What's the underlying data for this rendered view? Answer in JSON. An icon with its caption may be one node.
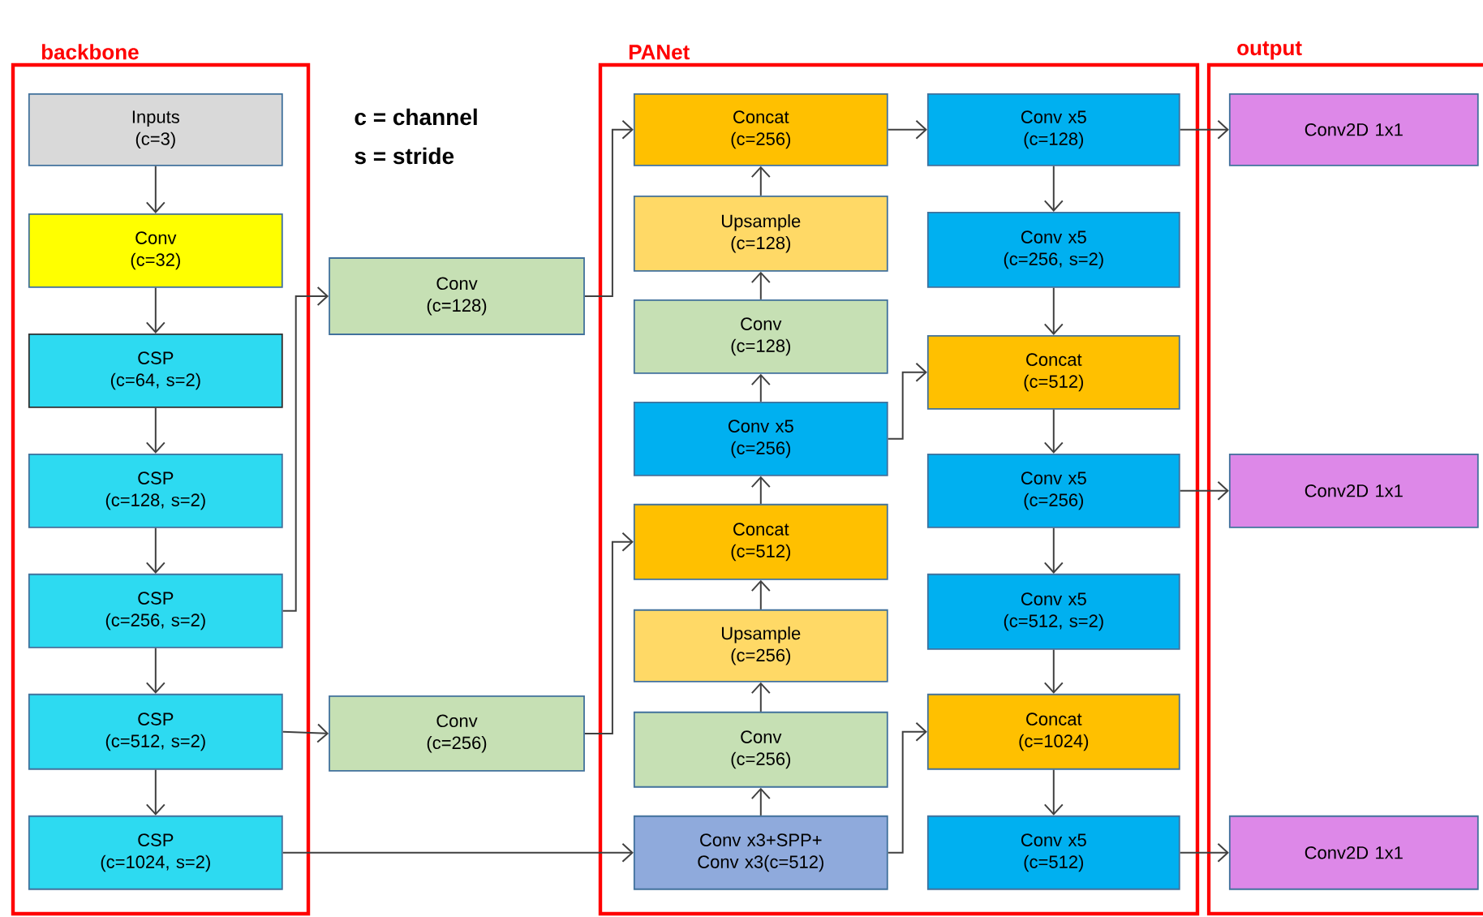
{
  "diagram": {
    "nodes": [
      {
        "text": [
          "backbone"
        ]
      },
      {
        "text": [
          "Inputs",
          "(c=3)"
        ],
        "in": 0
      },
      {
        "text": [
          "Conv",
          "(c=32)"
        ],
        "in": 0
      },
      {
        "text": [
          "CSP",
          "(c=64, s=2)"
        ],
        "in": 0
      },
      {
        "text": [
          "CSP",
          "(c=128, s=2)"
        ],
        "in": 0
      },
      {
        "text": [
          "CSP",
          "(c=256, s=2)"
        ],
        "in": 0
      },
      {
        "text": [
          "CSP",
          "(c=512, s=2)"
        ],
        "in": 0
      },
      {
        "text": [
          "CSP",
          "(c=1024, s=2)"
        ],
        "in": 0
      },
      {
        "text": [
          "Conv",
          "(c=128)"
        ]
      },
      {
        "text": [
          "Conv",
          "(c=256)"
        ]
      },
      {
        "text": [
          "PANet"
        ]
      },
      {
        "text": [
          "Concat",
          "(c=256)"
        ],
        "in": 10
      },
      {
        "text": [
          "Upsample",
          "(c=128)"
        ],
        "in": 10
      },
      {
        "text": [
          "Conv",
          "(c=128)"
        ],
        "in": 10
      },
      {
        "text": [
          "Conv x5",
          "(c=256)"
        ],
        "in": 10
      },
      {
        "text": [
          "Concat",
          "(c=512)"
        ],
        "in": 10
      },
      {
        "text": [
          "Upsample",
          "(c=256)"
        ],
        "in": 10
      },
      {
        "text": [
          "Conv",
          "(c=256)"
        ],
        "in": 10
      },
      {
        "text": [
          "Conv x3+SPP+ Conv x3(c=512)"
        ],
        "in": 10
      },
      {
        "text": [
          "Conv x5",
          "(c=128)"
        ],
        "in": 10
      },
      {
        "text": [
          "Conv x5",
          "(c=256, s=2)"
        ],
        "in": 10
      },
      {
        "text": [
          "Concat",
          "(c=512)"
        ],
        "in": 10
      },
      {
        "text": [
          "Conv x5",
          "(c=256)"
        ],
        "in": 10
      },
      {
        "text": [
          "Conv x5",
          "(c=512, s=2)"
        ],
        "in": 10
      },
      {
        "text": [
          "Concat",
          "(c=1024)"
        ],
        "in": 10
      },
      {
        "text": [
          "Conv x5",
          "(c=512)"
        ],
        "in": 10
      },
      {
        "text": [
          "output"
        ]
      },
      {
        "text": [
          "Conv2D 1x1"
        ],
        "in": 26
      },
      {
        "text": [
          "Conv2D 1x1"
        ],
        "in": 26
      },
      {
        "text": [
          "Conv2D 1x1"
        ],
        "in": 26
      }
    ],
    "edges": [
      {
        "from": 1,
        "to": 2,
        "arrow": "to"
      },
      {
        "from": 2,
        "to": 3,
        "arrow": "to"
      },
      {
        "from": 3,
        "to": 4,
        "arrow": "to"
      },
      {
        "from": 4,
        "to": 5,
        "arrow": "to"
      },
      {
        "from": 5,
        "to": 6,
        "arrow": "to"
      },
      {
        "from": 6,
        "to": 7,
        "arrow": "to"
      },
      {
        "from": 5,
        "to": 8,
        "arrow": "to"
      },
      {
        "from": 6,
        "to": 9,
        "arrow": "to"
      },
      {
        "from": 7,
        "to": 18,
        "arrow": "to"
      },
      {
        "from": 8,
        "to": 11,
        "arrow": "to"
      },
      {
        "from": 9,
        "to": 15,
        "arrow": "to"
      },
      {
        "from": 18,
        "to": 17,
        "arrow": "to"
      },
      {
        "from": 17,
        "to": 16,
        "arrow": "to"
      },
      {
        "from": 16,
        "to": 15,
        "arrow": "to"
      },
      {
        "from": 15,
        "to": 14,
        "arrow": "to"
      },
      {
        "from": 14,
        "to": 13,
        "arrow": "to"
      },
      {
        "from": 13,
        "to": 12,
        "arrow": "to"
      },
      {
        "from": 12,
        "to": 11,
        "arrow": "to"
      },
      {
        "from": 11,
        "to": 19,
        "arrow": "to"
      },
      {
        "from": 19,
        "to": 20,
        "arrow": "to"
      },
      {
        "from": 20,
        "to": 21,
        "arrow": "to"
      },
      {
        "from": 21,
        "to": 22,
        "arrow": "to"
      },
      {
        "from": 22,
        "to": 23,
        "arrow": "to"
      },
      {
        "from": 23,
        "to": 24,
        "arrow": "to"
      },
      {
        "from": 24,
        "to": 25,
        "arrow": "to"
      },
      {
        "from": 14,
        "to": 21,
        "arrow": "to"
      },
      {
        "from": 18,
        "to": 24,
        "arrow": "to"
      },
      {
        "from": 19,
        "to": 27,
        "arrow": "to"
      },
      {
        "from": 22,
        "to": 28,
        "arrow": "to"
      },
      {
        "from": 25,
        "to": 29,
        "arrow": "to"
      }
    ],
    "labels": [
      "c = channel",
      "s = stride"
    ]
  }
}
